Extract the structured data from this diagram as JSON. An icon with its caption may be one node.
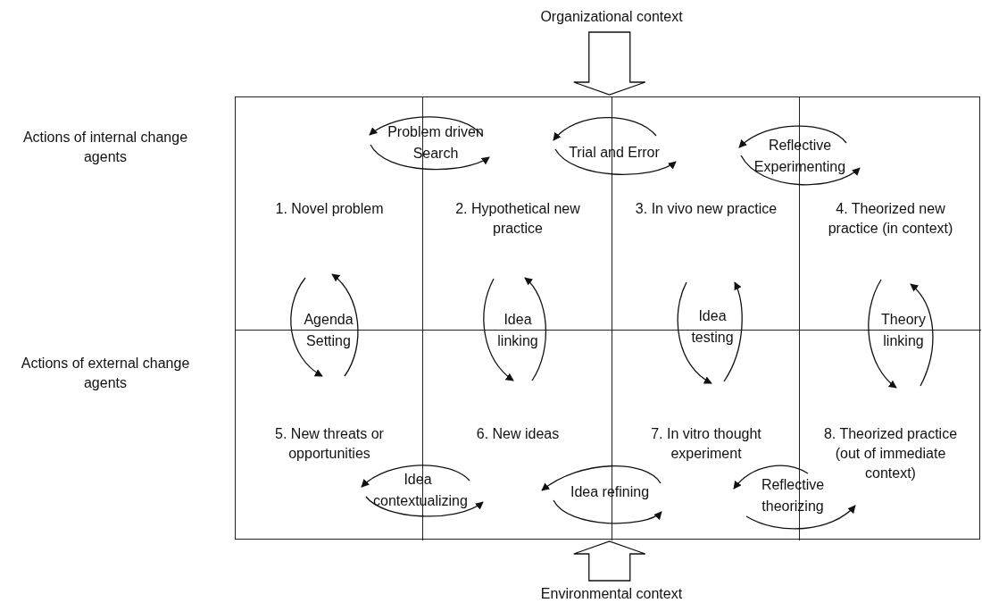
{
  "diagram": {
    "nodes": [
      {
        "text": [
          "Organizational context"
        ]
      },
      {
        "text": [],
        "shape": "box"
      },
      {
        "text": [
          "1. Novel problem"
        ],
        "in": 1
      },
      {
        "text": [
          "2. Hypothetical new practice"
        ],
        "in": 1
      },
      {
        "text": [
          "3. In vivo new practice"
        ],
        "in": 1
      },
      {
        "text": [
          "4. Theorized new practice (in context)"
        ],
        "in": 1
      },
      {
        "text": [
          "5. New threats or opportunities"
        ],
        "in": 1
      },
      {
        "text": [
          "6. New ideas"
        ],
        "in": 1
      },
      {
        "text": [
          "7. In vitro thought experiment"
        ],
        "in": 1
      },
      {
        "text": [
          "8. Theorized practice (out of immediate context)"
        ],
        "in": 1
      },
      {
        "text": [
          "Environmental context"
        ]
      }
    ],
    "edges": [
      {
        "from": 0,
        "to": 1,
        "arrow": "to"
      },
      {
        "from": 10,
        "to": 1,
        "arrow": "to"
      },
      {
        "from": 3,
        "to": 2,
        "arrow": "to",
        "label": "Problem driven Search"
      },
      {
        "from": 2,
        "to": 3,
        "arrow": "to"
      },
      {
        "from": 4,
        "to": 3,
        "arrow": "to",
        "label": "Trial and Error"
      },
      {
        "from": 3,
        "to": 4,
        "arrow": "to"
      },
      {
        "from": 5,
        "to": 4,
        "arrow": "to",
        "label": "Reflective Experimenting"
      },
      {
        "from": 4,
        "to": 5,
        "arrow": "to"
      },
      {
        "from": 2,
        "to": 6,
        "arrow": "to",
        "label": "Agenda Setting"
      },
      {
        "from": 6,
        "to": 2,
        "arrow": "to"
      },
      {
        "from": 3,
        "to": 7,
        "arrow": "to",
        "label": "Idea linking"
      },
      {
        "from": 7,
        "to": 3,
        "arrow": "to"
      },
      {
        "from": 4,
        "to": 8,
        "arrow": "to",
        "label": "Idea testing"
      },
      {
        "from": 8,
        "to": 4,
        "arrow": "to"
      },
      {
        "from": 5,
        "to": 9,
        "arrow": "to",
        "label": "Theory linking"
      },
      {
        "from": 9,
        "to": 5,
        "arrow": "to"
      },
      {
        "from": 7,
        "to": 6,
        "arrow": "to",
        "label": "Idea contextualizing"
      },
      {
        "from": 6,
        "to": 7,
        "arrow": "to"
      },
      {
        "from": 8,
        "to": 7,
        "arrow": "to",
        "label": "Idea refining"
      },
      {
        "from": 7,
        "to": 8,
        "arrow": "to"
      },
      {
        "from": 9,
        "to": 8,
        "arrow": "to",
        "label": "Reflective theorizing"
      },
      {
        "from": 8,
        "to": 9,
        "arrow": "to"
      }
    ],
    "labels": [
      "Actions of internal change agents",
      "Actions of external change agents"
    ]
  }
}
